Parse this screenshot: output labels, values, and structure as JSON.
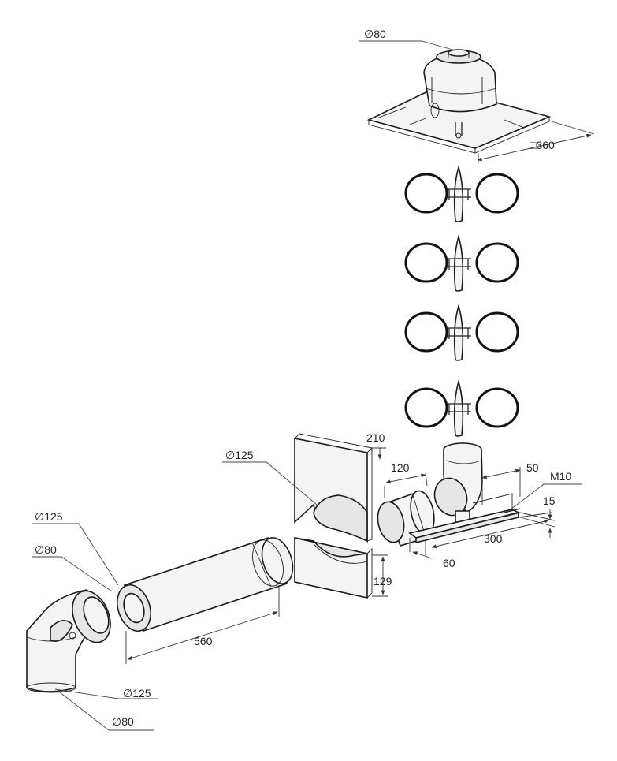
{
  "labels": {
    "terminal_diameter": "∅80",
    "plate_size": "□360",
    "plate_diameter": "∅125",
    "extension_width": "120",
    "plate_height": "210",
    "half_plate_height": "129",
    "pipe_length": "560",
    "bracket_width": "50",
    "bolt_size": "M10",
    "bolt_offset": "15",
    "rail_length": "300",
    "rail_depth": "60",
    "elbow_outer_top": "∅125",
    "elbow_inner_top": "∅80",
    "elbow_outer_bottom": "∅125",
    "elbow_inner_bottom": "∅80"
  }
}
